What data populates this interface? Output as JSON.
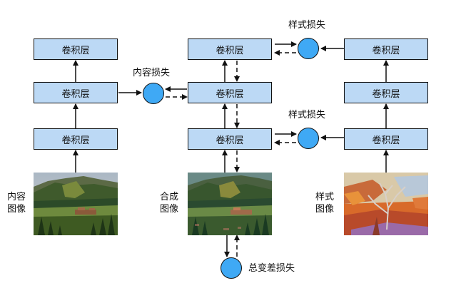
{
  "diagram": {
    "layer_label": "卷积层",
    "content_loss": "内容损失",
    "style_loss": "样式损失",
    "total_variation_loss": "总变差损失",
    "content_image_label_1": "内容",
    "content_image_label_2": "图像",
    "synth_image_label_1": "合成",
    "synth_image_label_2": "图像",
    "style_image_label_1": "样式",
    "style_image_label_2": "图像"
  },
  "colors": {
    "layer_fill": "#bcd9f5",
    "loss_fill": "#3fa9f5",
    "stroke": "#111111"
  }
}
